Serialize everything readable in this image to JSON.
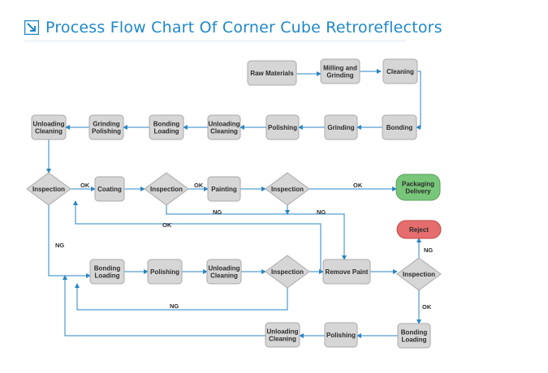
{
  "header": {
    "title": "Process Flow Chart  Of  Corner Cube Retroreflectors"
  },
  "nodes": {
    "raw_materials": [
      "Raw Materials"
    ],
    "milling_grinding": [
      "Milling and",
      "Grinding"
    ],
    "cleaning": [
      "Cleaning"
    ],
    "bonding_1": [
      "Bonding"
    ],
    "grinding": [
      "Grinding"
    ],
    "polishing_1": [
      "Polishing"
    ],
    "unloading_cleaning_1": [
      "Unloading",
      "Cleaning"
    ],
    "bonding_loading_1": [
      "Bonding",
      "Loading"
    ],
    "grinding_polishing": [
      "Grinding",
      "Polishing"
    ],
    "unloading_cleaning_2": [
      "Unloading",
      "Cleaning"
    ],
    "inspection_1": [
      "Inspection"
    ],
    "coating": [
      "Coating"
    ],
    "inspection_2": [
      "Inspection"
    ],
    "painting": [
      "Painting"
    ],
    "inspection_3": [
      "Inspection"
    ],
    "packaging_delivery": [
      "Packaging",
      "Delivery"
    ],
    "reject": [
      "Reject"
    ],
    "bonding_loading_2": [
      "Bonding",
      "Loading"
    ],
    "polishing_2": [
      "Polishing"
    ],
    "unloading_cleaning_3": [
      "Unloading",
      "Cleaning"
    ],
    "inspection_4": [
      "Inspection"
    ],
    "remove_paint": [
      "Remove  Paint"
    ],
    "inspection_5": [
      "Inspection"
    ],
    "bonding_loading_3": [
      "Bonding",
      "Loading"
    ],
    "polishing_3": [
      "Polishing"
    ],
    "unloading_cleaning_4": [
      "Unloading",
      "Cleaning"
    ]
  },
  "edge_labels": {
    "ok": "OK",
    "ng": "NG"
  }
}
